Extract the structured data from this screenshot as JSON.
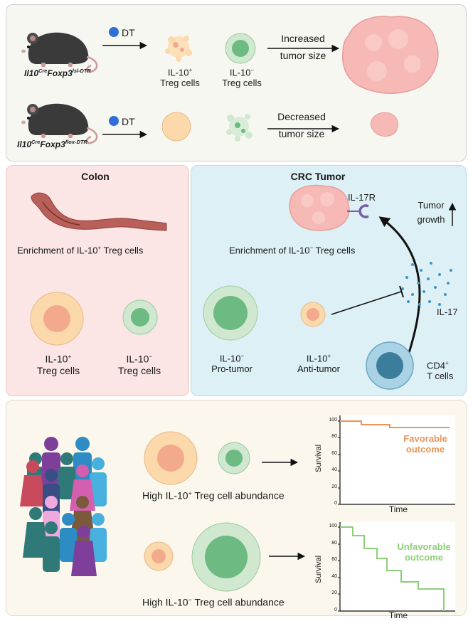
{
  "top": {
    "mouse1": {
      "base": "Il10",
      "sup1": "Cre",
      "mid": "Foxp3",
      "sup2": "lsl-DTR"
    },
    "mouse2": {
      "base": "Il10",
      "sup1": "Cre",
      "mid": "Foxp3",
      "sup2": "flox-DTR"
    },
    "dt_label": "DT",
    "il10_pos": "IL-10",
    "il10_neg": "IL-10",
    "treg": "Treg cells",
    "increased_1": "Increased",
    "increased_2": "tumor size",
    "decreased_1": "Decreased",
    "decreased_2": "tumor size"
  },
  "colon": {
    "title": "Colon",
    "enrichment": "Enrichment of IL-10",
    "enrichment_tail": "Treg cells",
    "il10_pos": "IL-10",
    "il10_neg": "IL-10",
    "treg": "Treg cells"
  },
  "crc": {
    "title": "CRC Tumor",
    "il17r": "IL-17R",
    "tumor_growth_1": "Tumor",
    "tumor_growth_2": "growth",
    "enrichment": "Enrichment of IL-10",
    "enrichment_tail": "Treg cells",
    "il17": "IL-17",
    "il10_neg": "IL-10",
    "pro_tumor": "Pro-tumor",
    "il10_pos": "IL-10",
    "anti_tumor": "Anti-tumor",
    "cd4": "CD4",
    "t_cells": "T cells"
  },
  "bottom": {
    "high_pos": "High IL-10",
    "high_pos_tail": "Treg cell abundance",
    "high_neg": "High IL-10",
    "high_neg_tail": "Treg cell abundance",
    "favorable_1": "Favorable",
    "favorable_2": "outcome",
    "unfavorable_1": "Unfavorable",
    "unfavorable_2": "outcome",
    "survival": "Survival",
    "time": "Time",
    "tick_100": "100",
    "tick_80": "80",
    "tick_60": "60",
    "tick_40": "40",
    "tick_20": "20",
    "tick_0": "0"
  },
  "colors": {
    "pos_outer": "#fbd9ab",
    "pos_inner": "#f2a98c",
    "neg_outer": "#cfe8cf",
    "neg_inner": "#6dbb82",
    "tumor": "#f7b9b6",
    "favorable": "#e8955b",
    "unfavorable": "#8dcf79",
    "dt_dot": "#2f6fd6"
  }
}
